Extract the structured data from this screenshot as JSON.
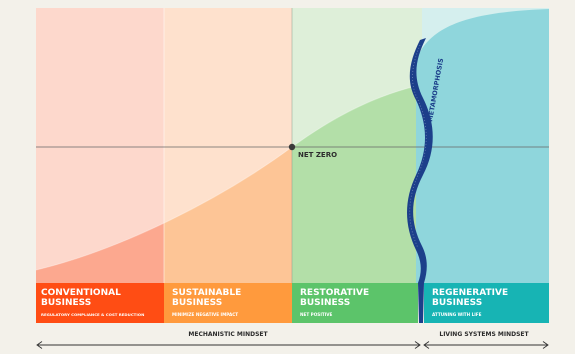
{
  "net_zero_label": "NET ZERO",
  "metamorphosis_label": "METAMORPHOSIS",
  "stages": [
    {
      "title_line1": "CONVENTIONAL",
      "title_line2": "BUSINESS",
      "subtitle": "REGULATORY COMPLIANCE & COST REDUCTION",
      "color": "#ff4d14"
    },
    {
      "title_line1": "SUSTAINABLE",
      "title_line2": "BUSINESS",
      "subtitle": "MINIMIZE NEGATIVE IMPACT",
      "color": "#ff9a3d"
    },
    {
      "title_line1": "RESTORATIVE",
      "title_line2": "BUSINESS",
      "subtitle": "NET POSITIVE",
      "color": "#5cc46a"
    },
    {
      "title_line1": "REGENERATIVE",
      "title_line2": "BUSINESS",
      "subtitle": "ATTUNING WITH LIFE",
      "color": "#17b4b4"
    }
  ],
  "mindsets": {
    "mechanistic": "MECHANISTIC MINDSET",
    "living_systems": "LIVING SYSTEMS MINDSET"
  },
  "colors": {
    "zone_conventional": "#fdd8cc",
    "zone_sustainable": "#fee1cd",
    "zone_restorative": "#deefd9",
    "zone_regenerative": "#d5efee",
    "curve_fill_conventional": "#fca88f",
    "curve_fill_sustainable": "#fdc596",
    "curve_fill_restorative": "#b3dfa8",
    "curve_fill_regenerative": "#8fd6dc",
    "metamorphosis_wave": "#1c3f8a",
    "axis_line": "#666666",
    "arrow_line": "#333333"
  }
}
